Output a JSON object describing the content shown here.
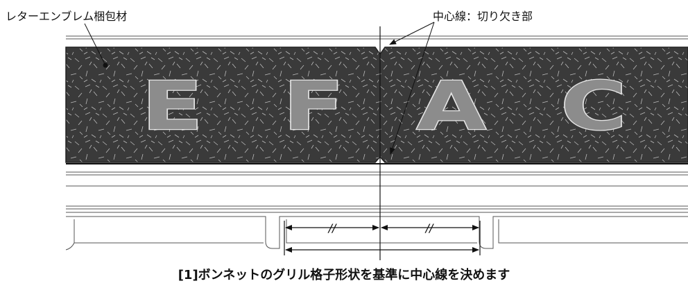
{
  "labels": {
    "material": "レターエンブレム梱包材",
    "centerline": "中心線：切り欠き部",
    "caption": "[1]ボンネットのグリル格子形状を基準に中心線を決めます"
  },
  "emblem_letters": [
    "E",
    "F",
    "A",
    "C"
  ],
  "colors": {
    "band": "#3a3a3a",
    "letter_fill": "#8c8c8c",
    "letter_outline": "#e6e6e6",
    "line": "#111111"
  },
  "dimension_marks": {
    "equal_symbol": "//"
  }
}
